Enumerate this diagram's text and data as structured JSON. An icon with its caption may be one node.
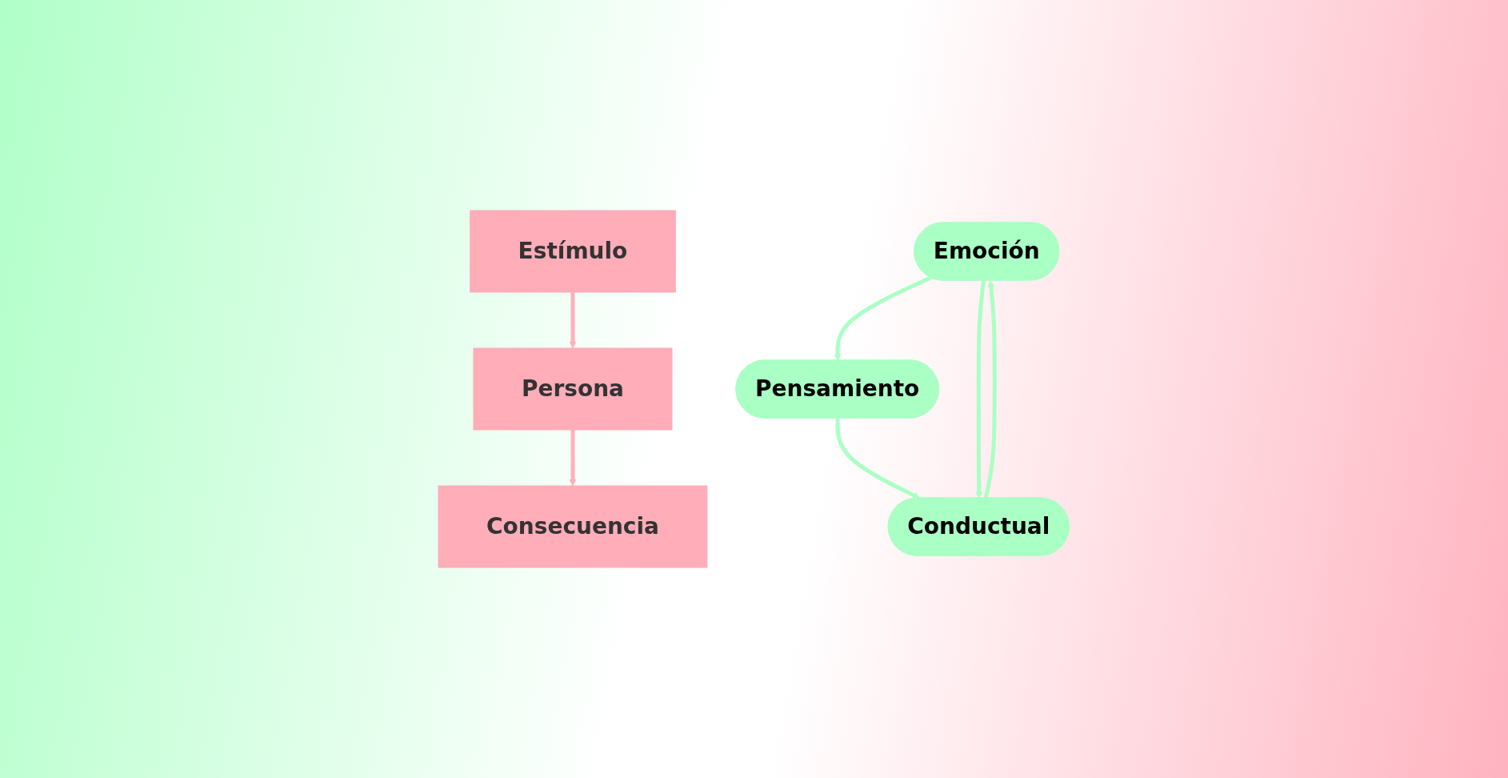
{
  "diagram": {
    "nodes": [
      {
        "text": [
          "Estímulo"
        ]
      },
      {
        "text": [
          "Persona"
        ]
      },
      {
        "text": [
          "Consecuencia"
        ]
      },
      {
        "text": [
          "Emoción"
        ]
      },
      {
        "text": [
          "Pensamiento"
        ]
      },
      {
        "text": [
          "Conductual"
        ]
      }
    ],
    "edges": [
      {
        "from": 0,
        "to": 1,
        "arrow": "to",
        "color": "#ffb0bb"
      },
      {
        "from": 1,
        "to": 2,
        "arrow": "to",
        "color": "#ffb0bb"
      },
      {
        "from": 3,
        "to": 4,
        "arrow": "to"
      },
      {
        "from": 4,
        "to": 5,
        "arrow": "to"
      },
      {
        "from": 3,
        "to": 5,
        "arrow": "to"
      },
      {
        "from": 5,
        "to": 3,
        "arrow": "to"
      }
    ]
  }
}
